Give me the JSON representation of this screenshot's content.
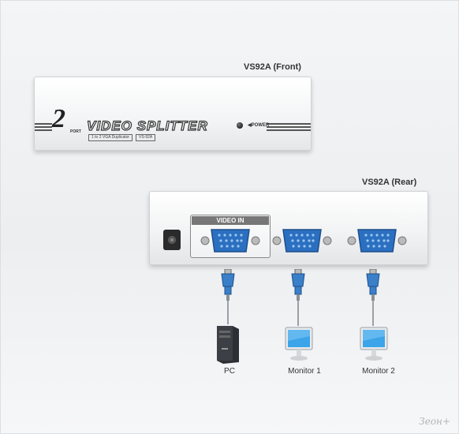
{
  "front": {
    "title": "VS92A (Front)",
    "port_digit": "2",
    "port_word": "PORT",
    "product_name": "VIDEO SPLITTER",
    "subtitle": "1 to 2 VGA Duplicator",
    "model": "VS-92A",
    "power_label": "◀POWER"
  },
  "rear": {
    "title": "VS92A (Rear)",
    "video_in_label": "VIDEO IN"
  },
  "devices": {
    "pc": "PC",
    "monitor_1": "Monitor 1",
    "monitor_2": "Monitor 2"
  },
  "colors": {
    "connector_blue": "#2b6fc0",
    "plug_blue": "#3a7fc8",
    "screen_blue": "#3ca4e8"
  },
  "watermark": "Зеон+"
}
